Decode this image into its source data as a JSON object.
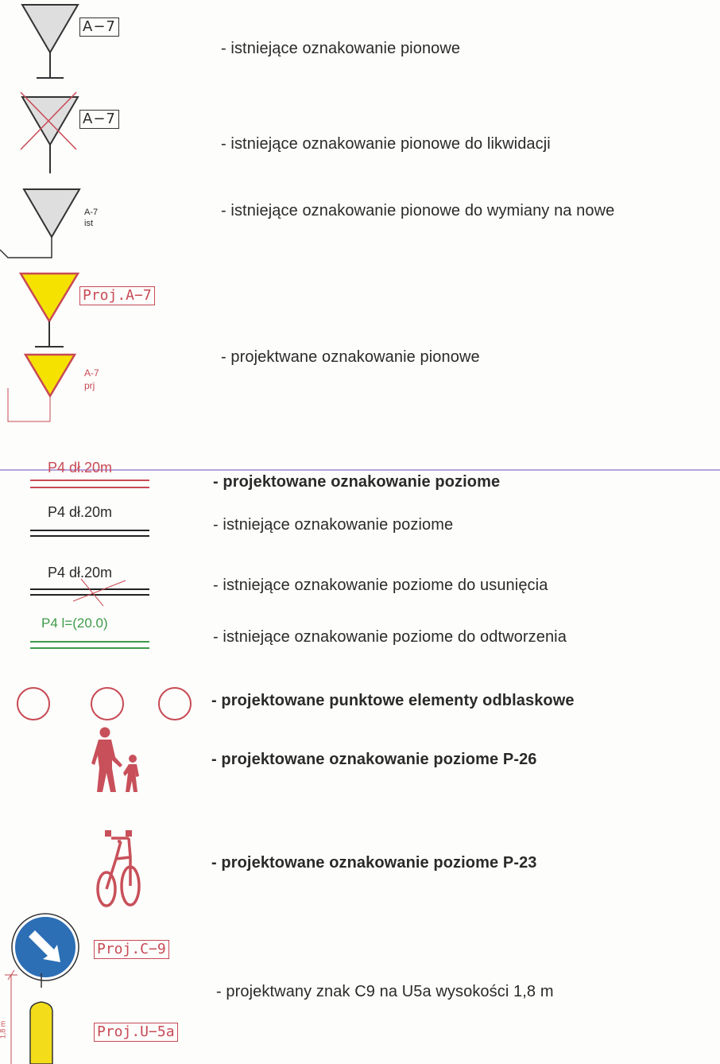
{
  "legend": {
    "row1": {
      "label": "A−7",
      "desc": "- istniejące oznakowanie pionowe"
    },
    "row2": {
      "label": "A−7",
      "desc": "- istniejące oznakowanie pionowe do likwidacji"
    },
    "row3": {
      "code": "A-7",
      "status": "ist",
      "desc": "- istniejące oznakowanie pionowe do wymiany na nowe"
    },
    "row4": {
      "label": "Proj.A−7",
      "code": "A-7",
      "status": "prj",
      "desc": "- projektwane oznakowanie pionowe"
    },
    "row5": {
      "marking": "P4 dł.20m",
      "desc": "- projektowane oznakowanie poziome"
    },
    "row6": {
      "marking": "P4 dł.20m",
      "desc": "- istniejące oznakowanie poziome"
    },
    "row7": {
      "marking": "P4 dł.20m",
      "desc": "- istniejące oznakowanie poziome do usunięcia"
    },
    "row8": {
      "marking": "P4 l=(20.0)",
      "desc": "- istniejące oznakowanie poziome do odtworzenia"
    },
    "row9": {
      "desc": "- projektowane punktowe elementy odblaskowe"
    },
    "row10": {
      "desc": "- projektowane oznakowanie poziome P-26"
    },
    "row11": {
      "desc": "- projektowane oznakowanie poziome P-23"
    },
    "row12": {
      "sign_label": "Proj.C−9",
      "post_label": "Proj.U−5a",
      "height_label": "1,8 m",
      "desc": "- projektwany znak C9 na U5a wysokości 1,8 m"
    }
  },
  "colors": {
    "projected_red": "#c84a55",
    "yellow_fill": "#f6e200",
    "gray_fill": "#dedede",
    "green": "#3f9a4a",
    "blue_sign": "#2c6fb5",
    "divider": "#b6a3dd"
  }
}
